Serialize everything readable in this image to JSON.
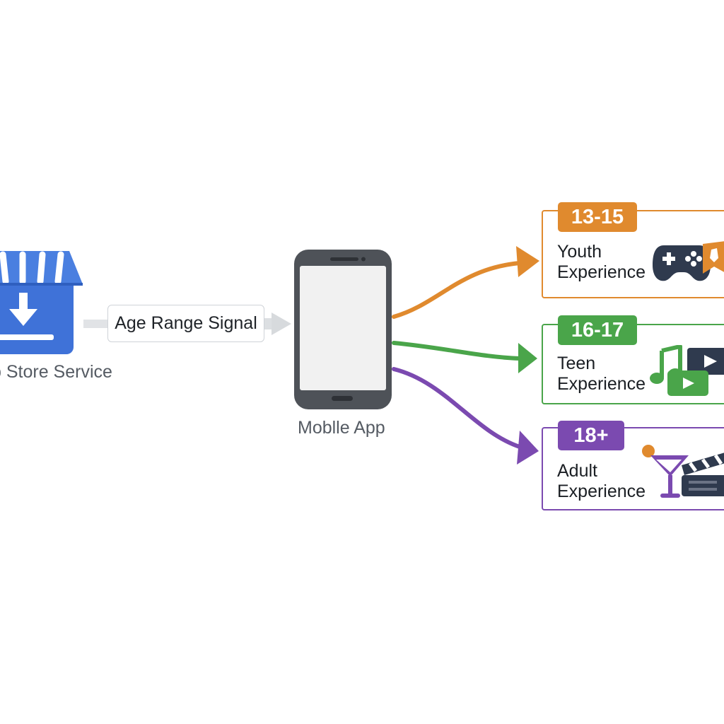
{
  "store": {
    "caption": "p Store Service",
    "color": "#3f72d8",
    "icon": "store-download-icon"
  },
  "signal": {
    "label": "Age Range Signal"
  },
  "phone": {
    "caption": "Moblle App",
    "icon": "smartphone-icon"
  },
  "experiences": [
    {
      "age": "13-15",
      "title": "Youth\nExperience",
      "color": "#e08a2e",
      "icons": [
        "gamepad-icon",
        "orange-badge-icon"
      ]
    },
    {
      "age": "16-17",
      "title": "Teen\nExperience",
      "color": "#4aa54a",
      "icons": [
        "music-note-icon",
        "video-play-icon"
      ]
    },
    {
      "age": "18+",
      "title": "Adult\nExperience",
      "color": "#7b4ab0",
      "icons": [
        "cocktail-icon",
        "clapperboard-icon"
      ]
    }
  ]
}
